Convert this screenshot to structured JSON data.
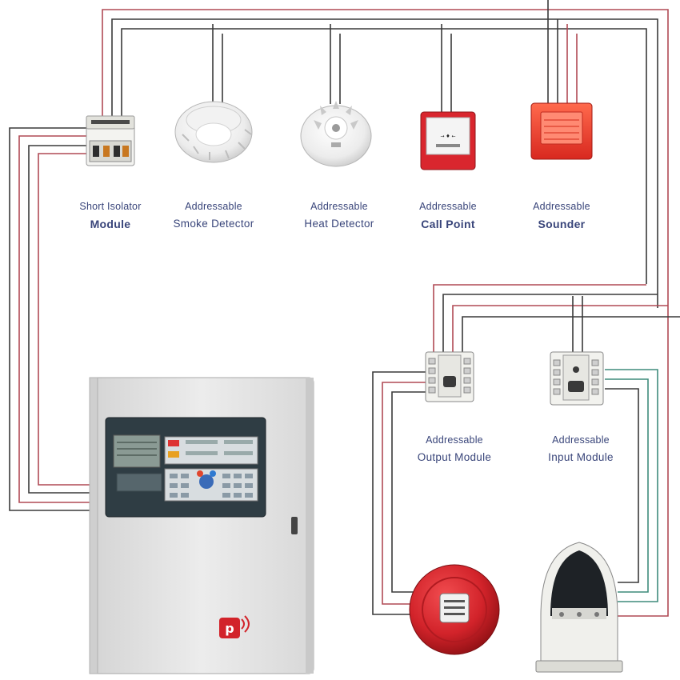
{
  "devices": {
    "isolator": {
      "line1": "Short Isolator",
      "line2": "Module"
    },
    "smoke": {
      "line1": "Addressable",
      "line2": "Smoke Detector"
    },
    "heat": {
      "line1": "Addressable",
      "line2": "Heat Detector"
    },
    "callpoint": {
      "line1": "Addressable",
      "line2": "Call Point"
    },
    "sounder": {
      "line1": "Addressable",
      "line2": "Sounder"
    },
    "output": {
      "line1": "Addressable",
      "line2": "Output Module"
    },
    "input": {
      "line1": "Addressable",
      "line2": "Input Module"
    }
  },
  "colors": {
    "wire_dark": "#3a3a3a",
    "wire_red": "#b04a55",
    "wire_green": "#3f8c7c",
    "label": "#39457a",
    "bell": "#d2232a",
    "callpoint": "#d9262e",
    "sounder": "#e8372c",
    "panel": "#dedede"
  }
}
